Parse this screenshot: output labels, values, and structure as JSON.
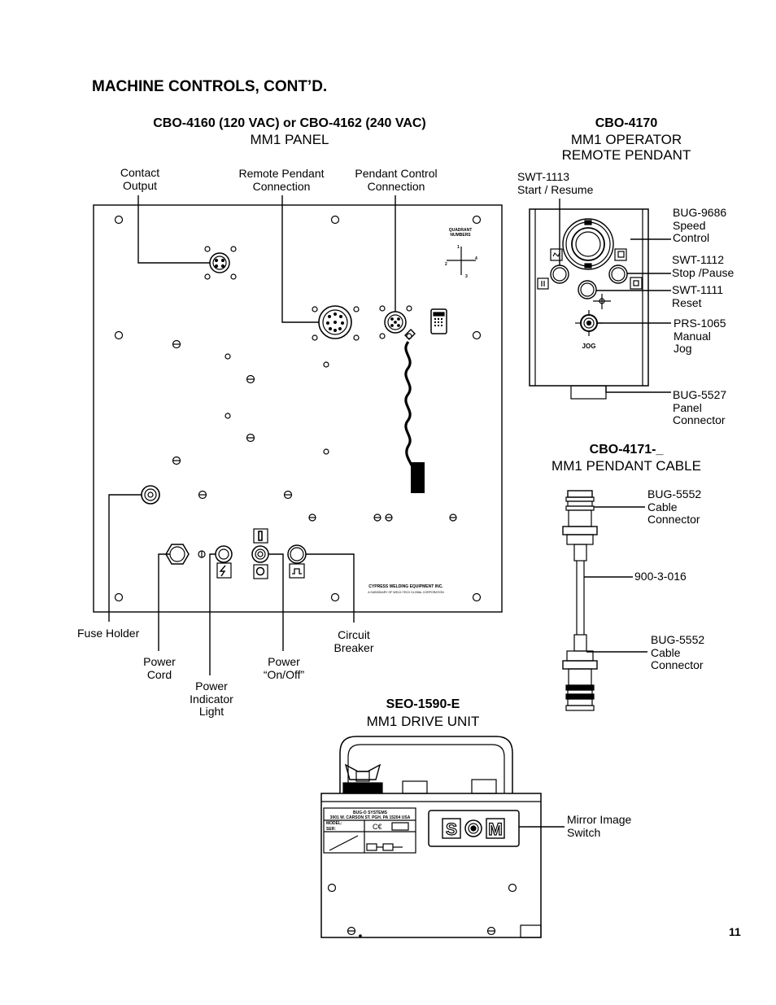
{
  "page": {
    "title": "MACHINE CONTROLS,  CONT’D.",
    "page_number": "11"
  },
  "panel": {
    "heading_bold": "CBO-4160 (120 VAC) or CBO-4162 (240 VAC)",
    "heading": "MM1 PANEL",
    "labels": {
      "contact_output": [
        "Contact",
        "Output"
      ],
      "remote_pendant_connection": [
        "Remote  Pendant",
        "Connection"
      ],
      "pendant_control_connection": [
        "Pendant  Control",
        "Connection"
      ],
      "fuse_holder": "Fuse Holder",
      "power_cord": [
        "Power",
        "Cord"
      ],
      "power_indicator_light": [
        "Power",
        "Indicator",
        "Light"
      ],
      "power_on_off": [
        "Power",
        "“On/Off”"
      ],
      "circuit_breaker": [
        "Circuit",
        "Breaker"
      ]
    },
    "quadrant": {
      "title": [
        "QUADRANT",
        "NUMBERS"
      ],
      "n1": "1",
      "n2": "2",
      "n3": "3",
      "n4": "4"
    },
    "nameplate": [
      "CYPRESS WELDING EQUIPMENT INC.",
      "A SUBSIDIARY OF WELD-TECH GLOBAL CORPORATION"
    ]
  },
  "pendant": {
    "heading_bold": "CBO-4170",
    "heading": [
      "MM1 OPERATOR",
      "REMOTE PENDANT"
    ],
    "labels": {
      "swt_1113": [
        "SWT-1113",
        "Start / Resume"
      ],
      "bug_9686": [
        "BUG-9686",
        "Speed",
        "Control"
      ],
      "swt_1112": [
        "SWT-1112",
        "Stop /Pause"
      ],
      "swt_1111": [
        "SWT-1111",
        "Reset"
      ],
      "prs_1065": [
        "PRS-1065",
        "Manual",
        "Jog"
      ],
      "bug_5527": [
        "BUG-5527",
        "Panel",
        "Connector"
      ]
    },
    "jog_text": "JOG"
  },
  "cable": {
    "heading_bold": "CBO-4171-_",
    "heading": "MM1 PENDANT CABLE",
    "labels": {
      "connector_top": [
        "BUG-5552",
        "Cable",
        "Connector"
      ],
      "cable": "900-3-016",
      "connector_bottom": [
        "BUG-5552",
        "Cable",
        "Connector"
      ]
    }
  },
  "drive": {
    "heading_bold": "SEO-1590-E",
    "heading": "MM1 DRIVE UNIT",
    "labels": {
      "mirror_switch": [
        "Mirror Image",
        "Switch"
      ]
    },
    "switch_letters": {
      "s": "S",
      "m": "M"
    },
    "plate": [
      "BUG-O SYSTEMS",
      "3001 W. CARSON ST. PGH. PA 15204 USA",
      "MODEL:",
      "SER:"
    ]
  }
}
